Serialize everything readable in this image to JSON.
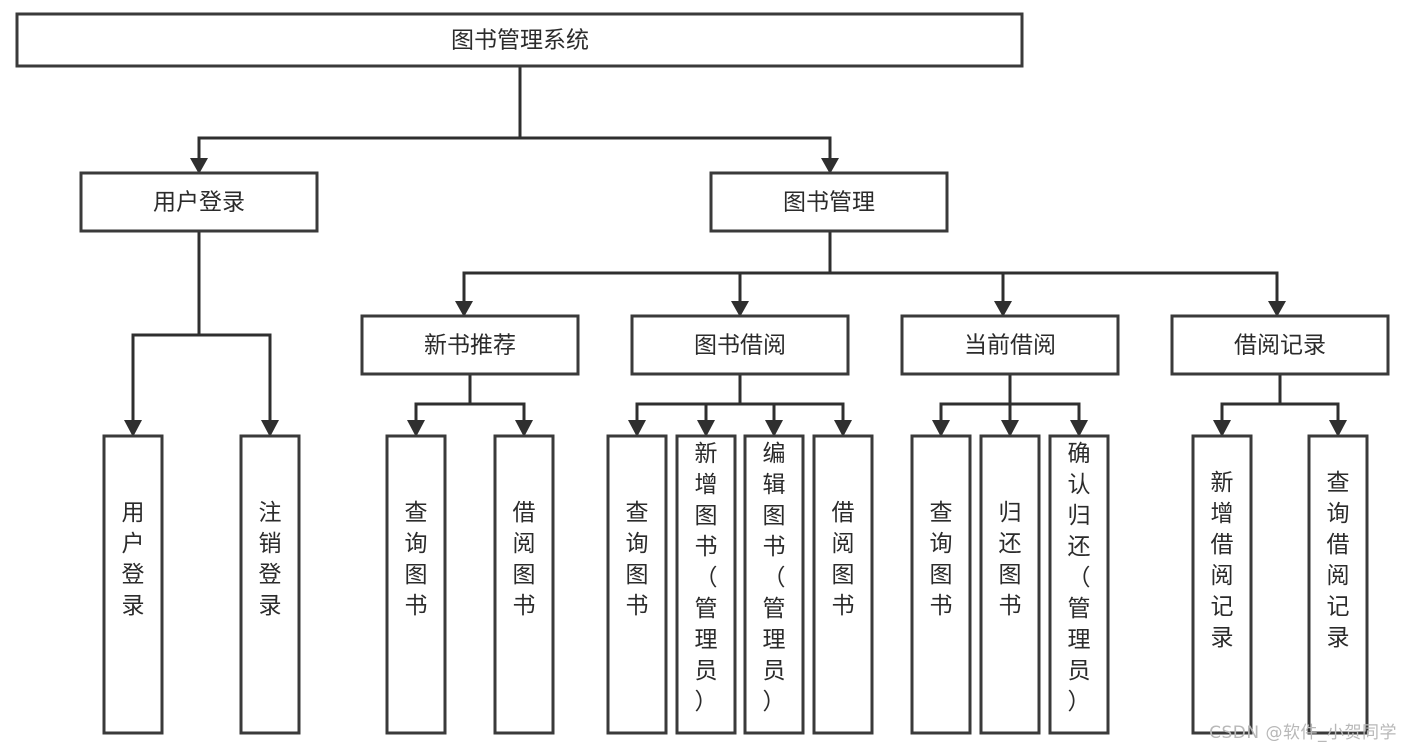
{
  "diagram": {
    "title": "图书管理系统",
    "type": "tree",
    "watermark": "CSDN @软件_小贺同学",
    "colors": {
      "box_stroke": "#3a3a3a",
      "link": "#2f2f2f",
      "text": "#2b2b2b",
      "background": "#ffffff",
      "watermark": "#b8b8b8"
    },
    "nodes": {
      "root": {
        "label": "图书管理系统",
        "level": 0
      },
      "level1": [
        {
          "id": "user-login",
          "label": "用户登录"
        },
        {
          "id": "book-manage",
          "label": "图书管理"
        }
      ],
      "level2": [
        {
          "id": "new-book-recommend",
          "label": "新书推荐",
          "parent": "book-manage"
        },
        {
          "id": "book-borrow",
          "label": "图书借阅",
          "parent": "book-manage"
        },
        {
          "id": "current-borrow",
          "label": "当前借阅",
          "parent": "book-manage"
        },
        {
          "id": "borrow-record",
          "label": "借阅记录",
          "parent": "book-manage"
        }
      ],
      "leaves": [
        {
          "id": "leaf-user-login",
          "label": "用户登录",
          "parent": "user-login"
        },
        {
          "id": "leaf-user-logout",
          "label": "注销登录",
          "parent": "user-login"
        },
        {
          "id": "leaf-query-book-1",
          "label": "查询图书",
          "parent": "new-book-recommend"
        },
        {
          "id": "leaf-borrow-book-1",
          "label": "借阅图书",
          "parent": "new-book-recommend"
        },
        {
          "id": "leaf-query-book-2",
          "label": "查询图书",
          "parent": "book-borrow"
        },
        {
          "id": "leaf-add-book",
          "label": "新增图书（管理员）",
          "parent": "book-borrow"
        },
        {
          "id": "leaf-edit-book",
          "label": "编辑图书（管理员）",
          "parent": "book-borrow"
        },
        {
          "id": "leaf-borrow-book-2",
          "label": "借阅图书",
          "parent": "book-borrow"
        },
        {
          "id": "leaf-query-book-3",
          "label": "查询图书",
          "parent": "current-borrow"
        },
        {
          "id": "leaf-return-book",
          "label": "归还图书",
          "parent": "current-borrow"
        },
        {
          "id": "leaf-confirm-return",
          "label": "确认归还（管理员）",
          "parent": "current-borrow"
        },
        {
          "id": "leaf-add-record",
          "label": "新增借阅记录",
          "parent": "borrow-record"
        },
        {
          "id": "leaf-query-record",
          "label": "查询借阅记录",
          "parent": "borrow-record"
        }
      ]
    }
  }
}
